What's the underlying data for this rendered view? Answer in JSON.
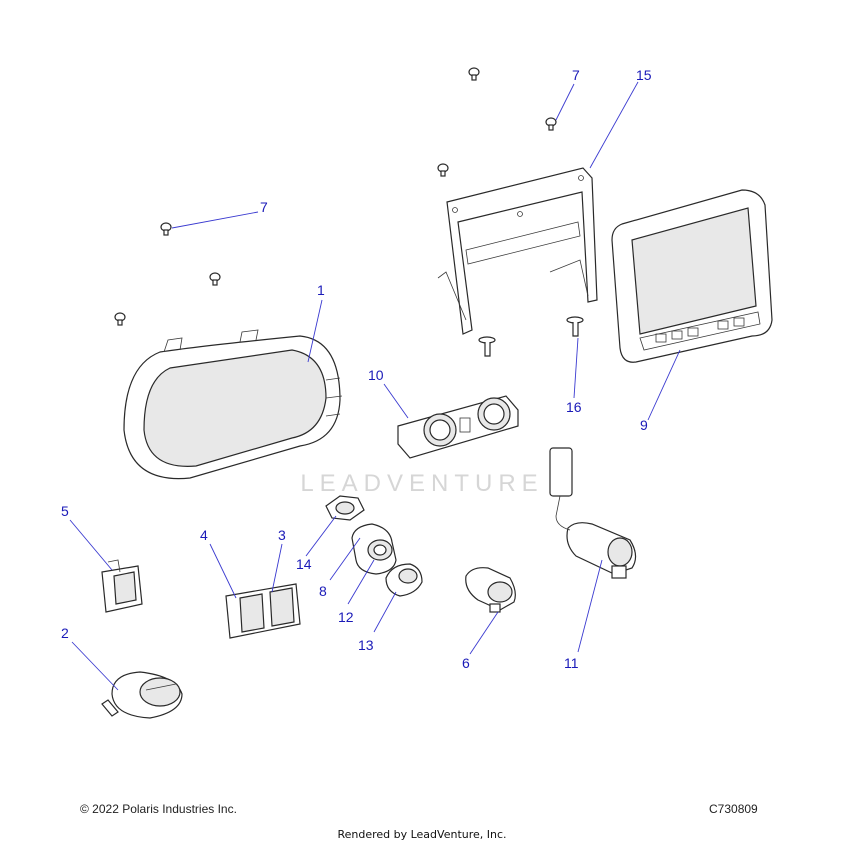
{
  "watermark": "LEADVENTURE",
  "callouts": [
    {
      "id": "c1",
      "label": "1"
    },
    {
      "id": "c2",
      "label": "2"
    },
    {
      "id": "c3",
      "label": "3"
    },
    {
      "id": "c4",
      "label": "4"
    },
    {
      "id": "c5",
      "label": "5"
    },
    {
      "id": "c6",
      "label": "6"
    },
    {
      "id": "c7a",
      "label": "7"
    },
    {
      "id": "c7b",
      "label": "7"
    },
    {
      "id": "c8",
      "label": "8"
    },
    {
      "id": "c9",
      "label": "9"
    },
    {
      "id": "c10",
      "label": "10"
    },
    {
      "id": "c11",
      "label": "11"
    },
    {
      "id": "c12",
      "label": "12"
    },
    {
      "id": "c13",
      "label": "13"
    },
    {
      "id": "c14",
      "label": "14"
    },
    {
      "id": "c15",
      "label": "15"
    },
    {
      "id": "c16",
      "label": "16"
    }
  ],
  "footer": {
    "copyright": "© 2022 Polaris Industries Inc.",
    "drawing_number": "C730809",
    "rendered_by": "Rendered by LeadVenture, Inc."
  },
  "colors": {
    "callout": "#1a1ab8",
    "line": "#2a2a2a"
  }
}
